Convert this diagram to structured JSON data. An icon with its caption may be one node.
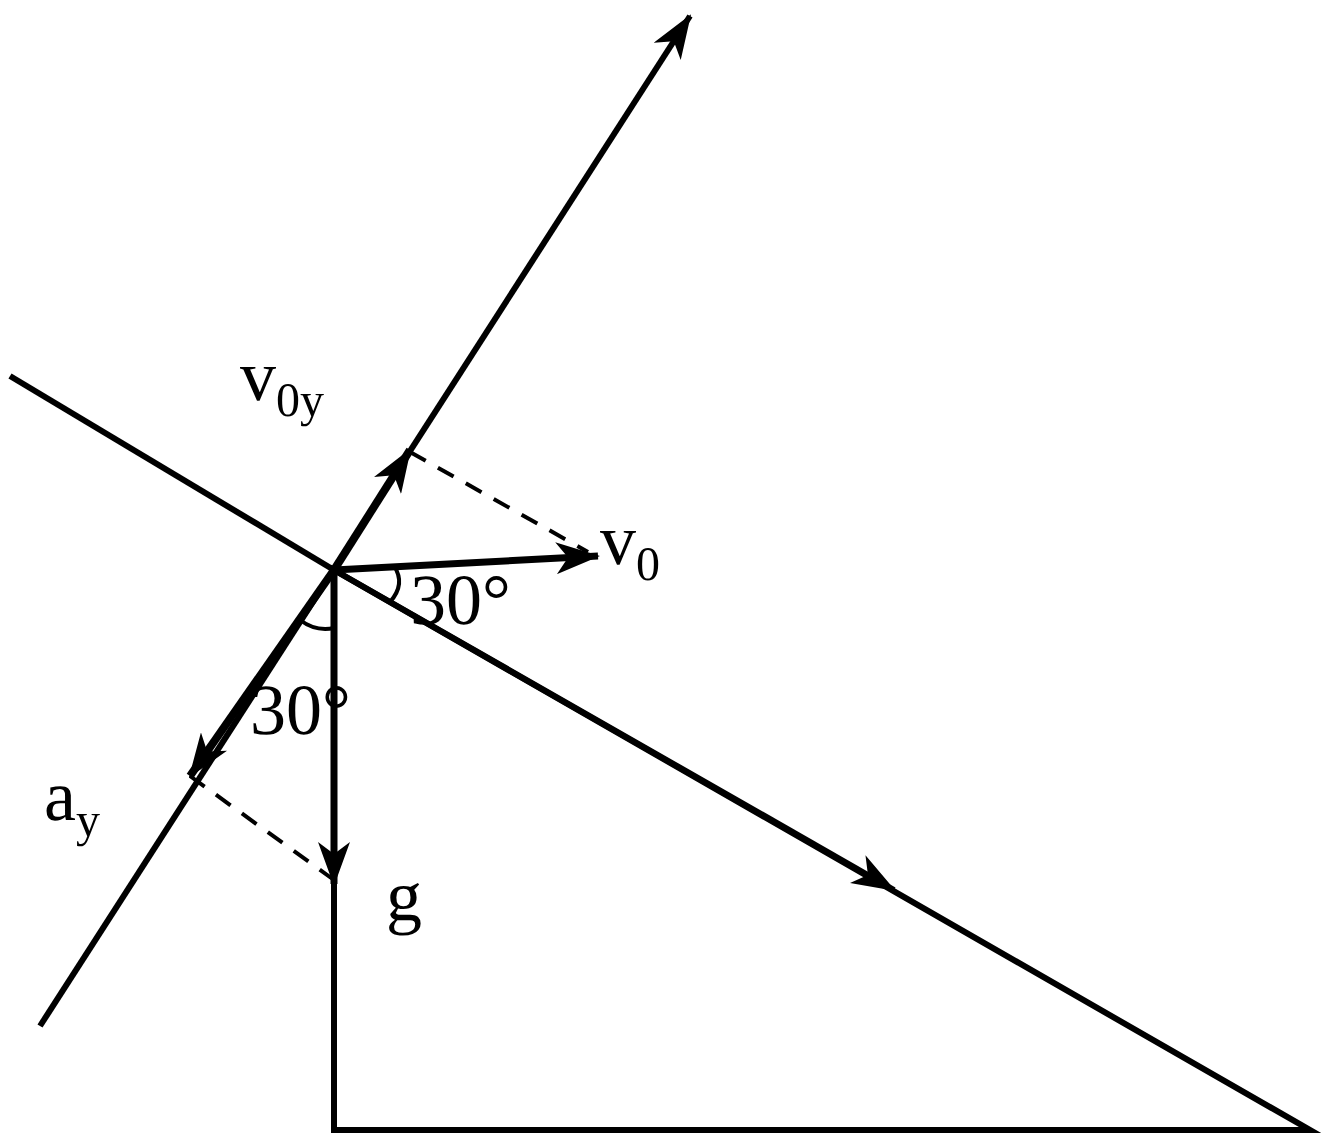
{
  "diagram": {
    "labels": [
      "v$_{0y}$",
      "v$_{0}$",
      "30°",
      "30°",
      "a$_{y}$",
      "g"
    ]
  }
}
